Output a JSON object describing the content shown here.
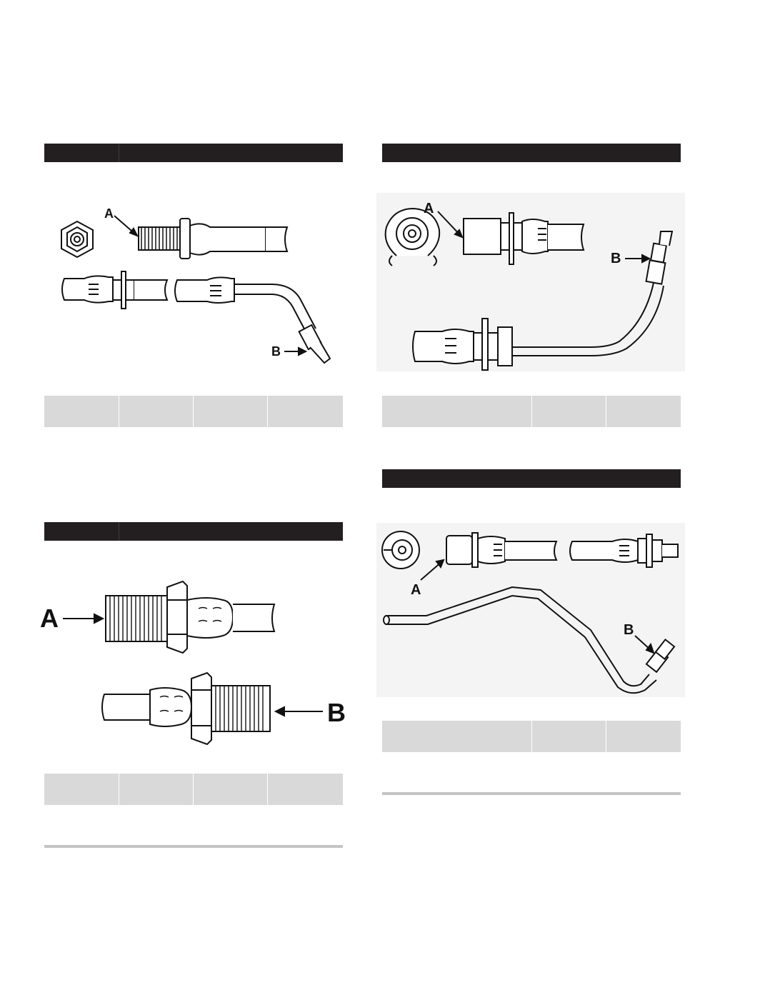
{
  "figures": [
    {
      "id": "fitting-1",
      "callouts": [
        "A",
        "B"
      ]
    },
    {
      "id": "fitting-2",
      "callouts": [
        "A",
        "B"
      ]
    },
    {
      "id": "fitting-3",
      "callouts": [
        "A",
        "B"
      ]
    },
    {
      "id": "fitting-4",
      "callouts": [
        "A",
        "B"
      ]
    }
  ],
  "colors": {
    "header": "#231f20",
    "spec_row": "#d9d9da",
    "rule": "#c4c4c5",
    "line_art": "#111111"
  }
}
